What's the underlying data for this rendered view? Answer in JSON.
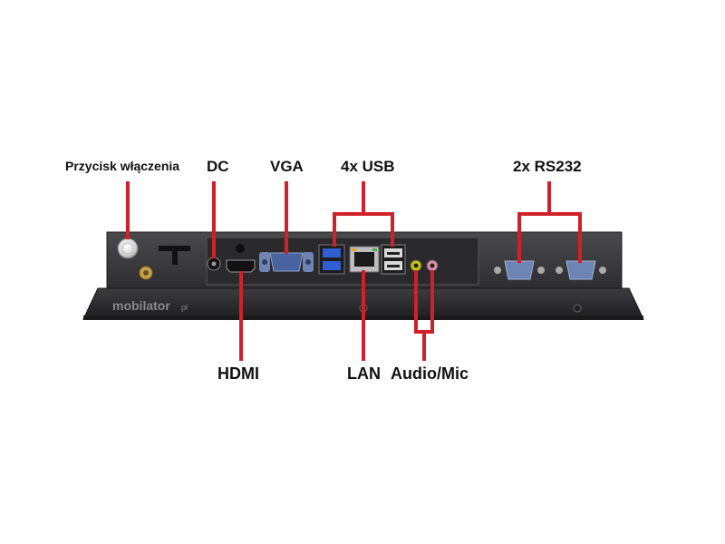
{
  "labels": {
    "power_button": "Przycisk włączenia",
    "dc": "DC",
    "vga": "VGA",
    "usb": "4x USB",
    "rs232": "2x RS232",
    "hdmi": "HDMI",
    "lan": "LAN",
    "audio_mic": "Audio/Mic"
  },
  "brand": {
    "logo_text": "mobilator",
    "logo_suffix": "pl"
  },
  "colors": {
    "pointer": "#d0212a",
    "chassis": "#3a3a3c",
    "panel": "#2b2b2d",
    "text": "#111111"
  }
}
